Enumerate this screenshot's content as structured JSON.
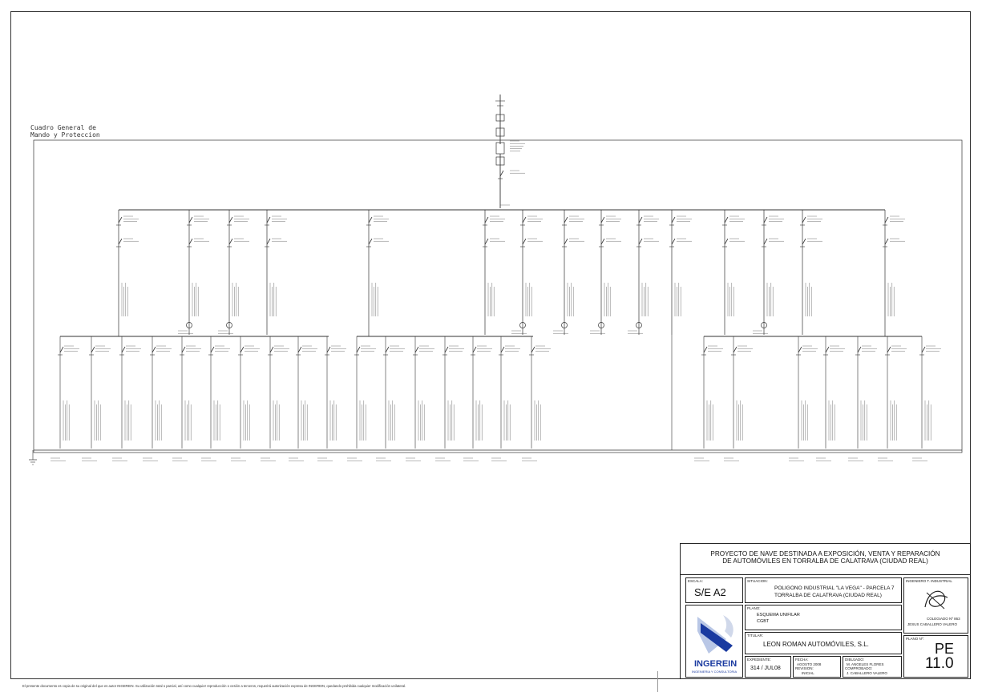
{
  "panel": {
    "title_line1": "Cuadro General de",
    "title_line2": "Mando y Proteccion"
  },
  "title_block": {
    "project_title_line1": "PROYECTO DE NAVE DESTINADA A EXPOSICIÓN, VENTA Y REPARACIÓN",
    "project_title_line2": "DE AUTOMÓVILES EN TORRALBA DE CALATRAVA (CIUDAD REAL)",
    "escala_label": "ESCALA:",
    "escala_value": "S/E  A2",
    "situacion_label": "SITUACION:",
    "situacion_line1": "POLIGONO INDUSTRIAL \"LA VEGA\" - PARCELA 7",
    "situacion_line2": "TORRALBA DE CALATRAVA (CIUDAD REAL)",
    "ingeniero_label": "INGENIERO T. INDUSTRIAL",
    "colegiado": "COLEGIADO Nº 863",
    "ingeniero_name": "JESUS CABALLERO VALERO",
    "plano_label": "PLANO:",
    "plano_line1": "ESQUEMA UNIFILAR",
    "plano_line2": "CGBT",
    "titular_label": "TITULAR:",
    "titular_value": "LEON ROMAN AUTOMÓVILES, S.L.",
    "plano_no_label": "PLANO Nº:",
    "plano_no_line1": "PE",
    "plano_no_line2": "11.0",
    "expediente_label": "EXPEDIENTE:",
    "expediente_value": "314 / JUL08",
    "fecha_label": "FECHA:",
    "fecha_value": "AGOSTO 2008",
    "revision_label": "REVISION:",
    "revision_value": "INICIAL",
    "dibujado_label": "DIBUJADO:",
    "dibujado_value": "M. ANGELES FLORES",
    "comprobado_label": "COMPROBADO:",
    "comprobado_value": "J. CABALLERO VALERO",
    "logo_name": "INGEREIN",
    "logo_sub": "INGENIERIA Y CONSULTORIA"
  },
  "footer": "El presente documento es copia de su original del que es autor INGEREIN. Su utilización total o parcial, así como cualquier reproducción o cesión a terceros, requerirá autorización expresa de INGEREIN, quedando prohibida cualquier modificación unilateral.",
  "colors": {
    "line": "#333333",
    "logo_blue": "#1a3aa0",
    "logo_light": "#b9c7e6"
  },
  "icons": {
    "signature": "signature-icon",
    "logo": "ingerein-logo-icon"
  }
}
